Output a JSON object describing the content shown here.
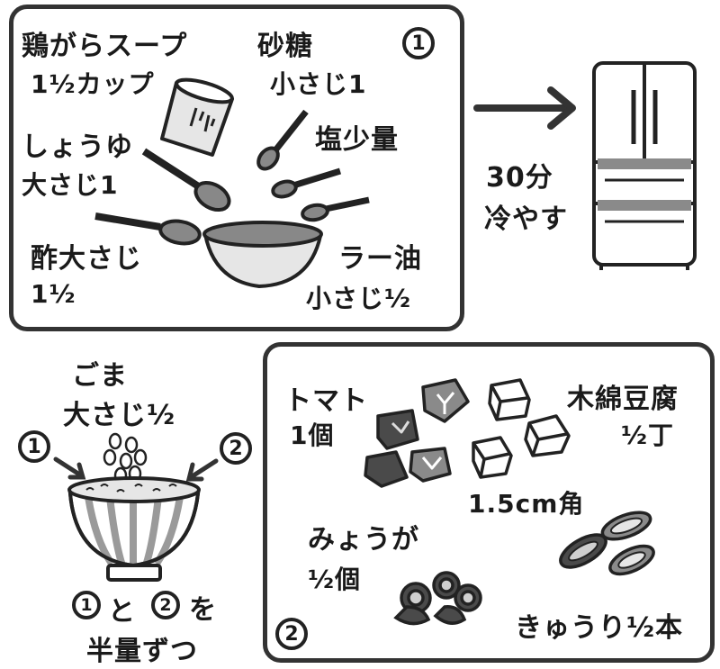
{
  "top_panel": {
    "step_number": "1",
    "ingredients": {
      "chicken_stock_name": "鶏がらスープ",
      "chicken_stock_amount": "1½カップ",
      "sugar_name": "砂糖",
      "sugar_amount": "小さじ1",
      "soy_sauce_name": "しょうゆ",
      "soy_sauce_amount": "大さじ1",
      "salt": "塩少量",
      "vinegar_name": "酢大さじ",
      "vinegar_amount": "1½",
      "chili_oil_name": "ラー油",
      "chili_oil_amount": "小さじ½"
    }
  },
  "chill_step": {
    "time": "30分",
    "action": "冷やす"
  },
  "bowl_step": {
    "sesame_name": "ごま",
    "sesame_amount": "大さじ½",
    "left_marker": "1",
    "right_marker": "2",
    "instruction_num1": "1",
    "instruction_and": "と",
    "instruction_num2": "2",
    "instruction_wo": "を",
    "instruction_line2": "半量ずつ"
  },
  "bottom_panel": {
    "step_number": "2",
    "tomato_name": "トマト",
    "tomato_amount": "1個",
    "tofu_name": "木綿豆腐",
    "tofu_amount": "½丁",
    "cube_size": "1.5cm角",
    "myoga_name": "みょうが",
    "myoga_amount": "½個",
    "cucumber": "きゅうり½本"
  },
  "colors": {
    "outline": "#222222",
    "gray_fill": "#8a8a8a",
    "dark_fill": "#4a4a4a",
    "light_fill": "#e6e6e6"
  }
}
